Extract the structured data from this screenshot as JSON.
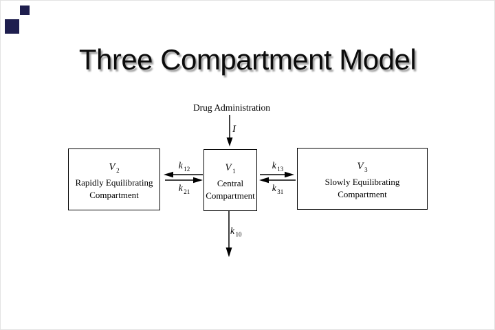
{
  "slide": {
    "title": "Three Compartment Model",
    "colors": {
      "background": "#ffffff",
      "text": "#000000",
      "accent": "#1e1e4e",
      "title_shadow": "#9e9e9e"
    }
  },
  "diagram": {
    "input": {
      "label": "Drug Administration",
      "rate_symbol": "I"
    },
    "compartments": [
      {
        "symbol": "V",
        "subscript": "2",
        "line1": "Rapidly Equilibrating",
        "line2": "Compartment"
      },
      {
        "symbol": "V",
        "subscript": "1",
        "line1": "Central",
        "line2": "Compartment"
      },
      {
        "symbol": "V",
        "subscript": "3",
        "line1": "Slowly Equilibrating",
        "line2": "Compartment"
      }
    ],
    "rate_constants": [
      {
        "symbol": "k",
        "subscript": "12"
      },
      {
        "symbol": "k",
        "subscript": "21"
      },
      {
        "symbol": "k",
        "subscript": "13"
      },
      {
        "symbol": "k",
        "subscript": "31"
      },
      {
        "symbol": "k",
        "subscript": "10"
      }
    ]
  }
}
